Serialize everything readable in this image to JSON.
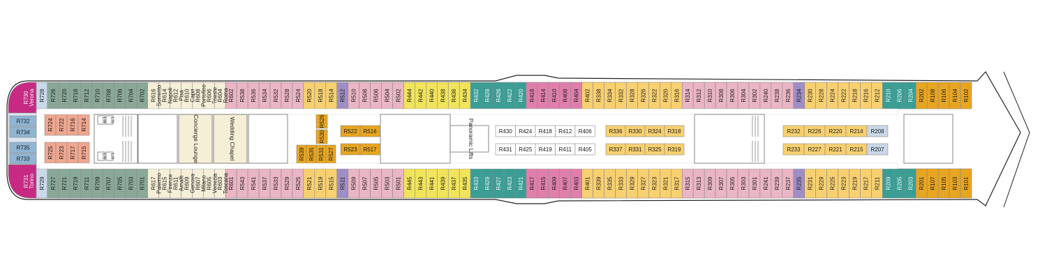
{
  "colors": {
    "pink": "#e07fab",
    "green": "#8aa898",
    "teal": "#3a9e95",
    "orange": "#e8a51f",
    "yellow": "#f2e45a",
    "peach": "#f8d070",
    "cream": "#f6efd7",
    "lightpink": "#eab5c4",
    "purple": "#9f8ec6",
    "salmon": "#f0a690",
    "blue": "#8fb5d3",
    "lightblue": "#c9d8ea",
    "white": "#ffffff",
    "suite": "#c62a83"
  },
  "rooms": {
    "top": [
      {
        "id": "R728",
        "c": "lightblue"
      },
      {
        "id": "R726",
        "c": "green"
      },
      {
        "id": "R720",
        "c": "green"
      },
      {
        "id": "R718",
        "c": "green"
      },
      {
        "id": "R712",
        "c": "green"
      },
      {
        "id": "R710",
        "c": "green"
      },
      {
        "id": "R708",
        "c": "green"
      },
      {
        "id": "R706",
        "c": "green"
      },
      {
        "id": "R704",
        "c": "green"
      },
      {
        "id": "R702",
        "c": "green"
      },
      {
        "id": "R616",
        "c": "cream"
      },
      {
        "id": "R614",
        "c": "cream"
      },
      {
        "id": "R612",
        "c": "cream"
      },
      {
        "id": "R610",
        "c": "cream"
      },
      {
        "id": "R608",
        "c": "cream"
      },
      {
        "id": "R606",
        "c": "cream"
      },
      {
        "id": "R604",
        "c": "cream"
      },
      {
        "id": "R602",
        "c": "lightpink"
      },
      {
        "id": "R538",
        "c": "lightpink"
      },
      {
        "id": "R536",
        "c": "lightpink"
      },
      {
        "id": "R534",
        "c": "lightpink"
      },
      {
        "id": "R532",
        "c": "lightpink"
      },
      {
        "id": "R528",
        "c": "lightpink"
      },
      {
        "id": "R524",
        "c": "lightpink"
      },
      {
        "id": "R520",
        "c": "peach"
      },
      {
        "id": "R518",
        "c": "peach"
      },
      {
        "id": "R514",
        "c": "peach"
      },
      {
        "id": "R512",
        "c": "purple"
      },
      {
        "id": "R510",
        "c": "lightpink"
      },
      {
        "id": "R508",
        "c": "lightpink"
      },
      {
        "id": "R506",
        "c": "lightpink"
      },
      {
        "id": "R504",
        "c": "lightpink"
      },
      {
        "id": "R502",
        "c": "lightpink"
      },
      {
        "id": "R444",
        "c": "yellow"
      },
      {
        "id": "R442",
        "c": "yellow"
      },
      {
        "id": "R440",
        "c": "yellow"
      },
      {
        "id": "R438",
        "c": "yellow"
      },
      {
        "id": "R436",
        "c": "yellow"
      },
      {
        "id": "R434",
        "c": "yellow"
      },
      {
        "id": "R432",
        "c": "teal"
      },
      {
        "id": "R428",
        "c": "teal"
      },
      {
        "id": "R426",
        "c": "teal"
      },
      {
        "id": "R422",
        "c": "teal"
      },
      {
        "id": "R420",
        "c": "teal"
      },
      {
        "id": "R418",
        "c": "pink"
      },
      {
        "id": "R414",
        "c": "pink"
      },
      {
        "id": "R410",
        "c": "pink"
      },
      {
        "id": "R408",
        "c": "pink"
      },
      {
        "id": "R404",
        "c": "pink"
      },
      {
        "id": "R402",
        "c": "peach"
      },
      {
        "id": "R338",
        "c": "peach"
      },
      {
        "id": "R334",
        "c": "peach"
      },
      {
        "id": "R332",
        "c": "peach"
      },
      {
        "id": "R328",
        "c": "peach"
      },
      {
        "id": "R326",
        "c": "peach"
      },
      {
        "id": "R322",
        "c": "peach"
      },
      {
        "id": "R320",
        "c": "peach"
      },
      {
        "id": "R316",
        "c": "peach"
      },
      {
        "id": "R314",
        "c": "lightpink"
      },
      {
        "id": "R312",
        "c": "lightpink"
      },
      {
        "id": "R310",
        "c": "lightpink"
      },
      {
        "id": "R308",
        "c": "lightpink"
      },
      {
        "id": "R306",
        "c": "lightpink"
      },
      {
        "id": "R304",
        "c": "lightpink"
      },
      {
        "id": "R302",
        "c": "lightpink"
      },
      {
        "id": "R240",
        "c": "lightpink"
      },
      {
        "id": "R238",
        "c": "lightpink"
      },
      {
        "id": "R236",
        "c": "lightpink"
      },
      {
        "id": "R234",
        "c": "purple"
      },
      {
        "id": "R230",
        "c": "peach"
      },
      {
        "id": "R228",
        "c": "peach"
      },
      {
        "id": "R224",
        "c": "peach"
      },
      {
        "id": "R222",
        "c": "peach"
      },
      {
        "id": "R218",
        "c": "peach"
      },
      {
        "id": "R216",
        "c": "peach"
      },
      {
        "id": "R212",
        "c": "peach"
      },
      {
        "id": "R210",
        "c": "teal"
      },
      {
        "id": "R206",
        "c": "teal"
      },
      {
        "id": "R204",
        "c": "teal"
      },
      {
        "id": "R202",
        "c": "orange"
      },
      {
        "id": "R108",
        "c": "orange"
      },
      {
        "id": "R106",
        "c": "orange"
      },
      {
        "id": "R104",
        "c": "orange"
      },
      {
        "id": "R102",
        "c": "orange"
      }
    ],
    "bottom": [
      {
        "id": "R729",
        "c": "lightblue"
      },
      {
        "id": "R727",
        "c": "green"
      },
      {
        "id": "R721",
        "c": "green"
      },
      {
        "id": "R719",
        "c": "green"
      },
      {
        "id": "R711",
        "c": "green"
      },
      {
        "id": "R709",
        "c": "green"
      },
      {
        "id": "R707",
        "c": "green"
      },
      {
        "id": "R705",
        "c": "green"
      },
      {
        "id": "R703",
        "c": "green"
      },
      {
        "id": "R701",
        "c": "green"
      },
      {
        "id": "R617",
        "c": "cream"
      },
      {
        "id": "R615",
        "c": "cream"
      },
      {
        "id": "R611",
        "c": "cream"
      },
      {
        "id": "R609",
        "c": "cream"
      },
      {
        "id": "R607",
        "c": "cream"
      },
      {
        "id": "R605",
        "c": "cream"
      },
      {
        "id": "R603",
        "c": "cream"
      },
      {
        "id": "R601",
        "c": "lightpink"
      },
      {
        "id": "R543",
        "c": "lightpink"
      },
      {
        "id": "R541",
        "c": "lightpink"
      },
      {
        "id": "R537",
        "c": "lightpink"
      },
      {
        "id": "R533",
        "c": "lightpink"
      },
      {
        "id": "R529",
        "c": "lightpink"
      },
      {
        "id": "R525",
        "c": "lightpink"
      },
      {
        "id": "R521",
        "c": "peach"
      },
      {
        "id": "R519",
        "c": "peach"
      },
      {
        "id": "R515",
        "c": "peach"
      },
      {
        "id": "R511",
        "c": "purple"
      },
      {
        "id": "R509",
        "c": "lightpink"
      },
      {
        "id": "R507",
        "c": "lightpink"
      },
      {
        "id": "R505",
        "c": "lightpink"
      },
      {
        "id": "R503",
        "c": "lightpink"
      },
      {
        "id": "R501",
        "c": "lightpink"
      },
      {
        "id": "R445",
        "c": "yellow"
      },
      {
        "id": "R443",
        "c": "yellow"
      },
      {
        "id": "R441",
        "c": "yellow"
      },
      {
        "id": "R439",
        "c": "yellow"
      },
      {
        "id": "R437",
        "c": "yellow"
      },
      {
        "id": "R435",
        "c": "yellow"
      },
      {
        "id": "R433",
        "c": "teal"
      },
      {
        "id": "R429",
        "c": "teal"
      },
      {
        "id": "R427",
        "c": "teal"
      },
      {
        "id": "R423",
        "c": "teal"
      },
      {
        "id": "R421",
        "c": "teal"
      },
      {
        "id": "R417",
        "c": "pink"
      },
      {
        "id": "R415",
        "c": "pink"
      },
      {
        "id": "R409",
        "c": "pink"
      },
      {
        "id": "R407",
        "c": "pink"
      },
      {
        "id": "R403",
        "c": "pink"
      },
      {
        "id": "R401",
        "c": "peach"
      },
      {
        "id": "R339",
        "c": "peach"
      },
      {
        "id": "R335",
        "c": "peach"
      },
      {
        "id": "R333",
        "c": "peach"
      },
      {
        "id": "R329",
        "c": "peach"
      },
      {
        "id": "R327",
        "c": "peach"
      },
      {
        "id": "R323",
        "c": "peach"
      },
      {
        "id": "R321",
        "c": "peach"
      },
      {
        "id": "R317",
        "c": "peach"
      },
      {
        "id": "R315",
        "c": "lightpink"
      },
      {
        "id": "R313",
        "c": "lightpink"
      },
      {
        "id": "R309",
        "c": "lightpink"
      },
      {
        "id": "R307",
        "c": "lightpink"
      },
      {
        "id": "R305",
        "c": "lightpink"
      },
      {
        "id": "R303",
        "c": "lightpink"
      },
      {
        "id": "R301",
        "c": "lightpink"
      },
      {
        "id": "R241",
        "c": "lightpink"
      },
      {
        "id": "R239",
        "c": "lightpink"
      },
      {
        "id": "R237",
        "c": "lightpink"
      },
      {
        "id": "R235",
        "c": "purple"
      },
      {
        "id": "R231",
        "c": "peach"
      },
      {
        "id": "R229",
        "c": "peach"
      },
      {
        "id": "R225",
        "c": "peach"
      },
      {
        "id": "R223",
        "c": "peach"
      },
      {
        "id": "R219",
        "c": "peach"
      },
      {
        "id": "R217",
        "c": "peach"
      },
      {
        "id": "R211",
        "c": "peach"
      },
      {
        "id": "R209",
        "c": "teal"
      },
      {
        "id": "R205",
        "c": "teal"
      },
      {
        "id": "R203",
        "c": "teal"
      },
      {
        "id": "R201",
        "c": "orange"
      },
      {
        "id": "R107",
        "c": "orange"
      },
      {
        "id": "R105",
        "c": "orange"
      },
      {
        "id": "R103",
        "c": "orange"
      },
      {
        "id": "R101",
        "c": "orange"
      }
    ],
    "aft_inner_upper": [
      {
        "id": "R732",
        "c": "blue"
      },
      {
        "id": "R734",
        "c": "blue"
      }
    ],
    "aft_inner_lower": [
      {
        "id": "R735",
        "c": "blue"
      },
      {
        "id": "R733",
        "c": "blue"
      }
    ],
    "inner_aft_top": [
      {
        "id": "R724",
        "c": "salmon"
      },
      {
        "id": "R722",
        "c": "salmon"
      },
      {
        "id": "R716",
        "c": "salmon"
      },
      {
        "id": "R714",
        "c": "salmon"
      }
    ],
    "inner_aft_bottom": [
      {
        "id": "R725",
        "c": "salmon"
      },
      {
        "id": "R723",
        "c": "salmon"
      },
      {
        "id": "R717",
        "c": "salmon"
      },
      {
        "id": "R715",
        "c": "salmon"
      }
    ],
    "inner_mid_top": [
      {
        "id": "R526",
        "c": "orange"
      },
      {
        "id": "R530",
        "c": "orange"
      }
    ],
    "inner_mid_bottom": [
      {
        "id": "R539",
        "c": "orange"
      },
      {
        "id": "R535",
        "c": "orange"
      },
      {
        "id": "R531",
        "c": "orange"
      },
      {
        "id": "R527",
        "c": "orange"
      }
    ],
    "inner_mid_row_top": [
      {
        "id": "R522",
        "c": "orange"
      },
      {
        "id": "R516",
        "c": "orange"
      }
    ],
    "inner_mid_row_bottom": [
      {
        "id": "R523",
        "c": "orange"
      },
      {
        "id": "R517",
        "c": "orange"
      }
    ],
    "inner_fwd_top": [
      {
        "id": "R430",
        "c": "white"
      },
      {
        "id": "R424",
        "c": "white"
      },
      {
        "id": "R418",
        "c": "white"
      },
      {
        "id": "R412",
        "c": "white"
      },
      {
        "id": "R406",
        "c": "white"
      }
    ],
    "inner_fwd_bottom": [
      {
        "id": "R431",
        "c": "white"
      },
      {
        "id": "R425",
        "c": "white"
      },
      {
        "id": "R419",
        "c": "white"
      },
      {
        "id": "R411",
        "c": "white"
      },
      {
        "id": "R405",
        "c": "white"
      }
    ],
    "inner_300_top": [
      {
        "id": "R336",
        "c": "peach"
      },
      {
        "id": "R330",
        "c": "peach"
      },
      {
        "id": "R324",
        "c": "peach"
      },
      {
        "id": "R318",
        "c": "peach"
      }
    ],
    "inner_300_bottom": [
      {
        "id": "R337",
        "c": "peach"
      },
      {
        "id": "R331",
        "c": "peach"
      },
      {
        "id": "R325",
        "c": "peach"
      },
      {
        "id": "R319",
        "c": "peach"
      }
    ],
    "inner_200_top": [
      {
        "id": "R232",
        "c": "peach"
      },
      {
        "id": "R226",
        "c": "peach"
      },
      {
        "id": "R220",
        "c": "peach"
      },
      {
        "id": "R214",
        "c": "peach"
      },
      {
        "id": "R208",
        "c": "lightblue"
      }
    ],
    "inner_200_bottom": [
      {
        "id": "R233",
        "c": "peach"
      },
      {
        "id": "R227",
        "c": "peach"
      },
      {
        "id": "R221",
        "c": "peach"
      },
      {
        "id": "R215",
        "c": "peach"
      },
      {
        "id": "R207",
        "c": "lightblue"
      }
    ]
  },
  "aft_suites": {
    "top": {
      "id": "R730",
      "name": "Verona"
    },
    "bottom": {
      "id": "R731",
      "name": "Torino"
    }
  },
  "suite_names": {
    "top": {
      "R616": "Sorrento",
      "R614": "Napoli",
      "R612": "Pisa",
      "R610": "Capri",
      "R608": "Portofino",
      "R606": "Trieste",
      "R604": "Roma"
    },
    "bottom": {
      "R617": "Palermo",
      "R615": "Firenze",
      "R611": "Amalfi",
      "R609": "Genova",
      "R607": "Milano",
      "R605": "Venezia",
      "R603": "Toscana"
    }
  },
  "areas": {
    "concierge": "Concierge Lounge",
    "wedding": "Wedding Chapel",
    "panoramic": "Panoramic Lifts",
    "lift": "Lift"
  }
}
